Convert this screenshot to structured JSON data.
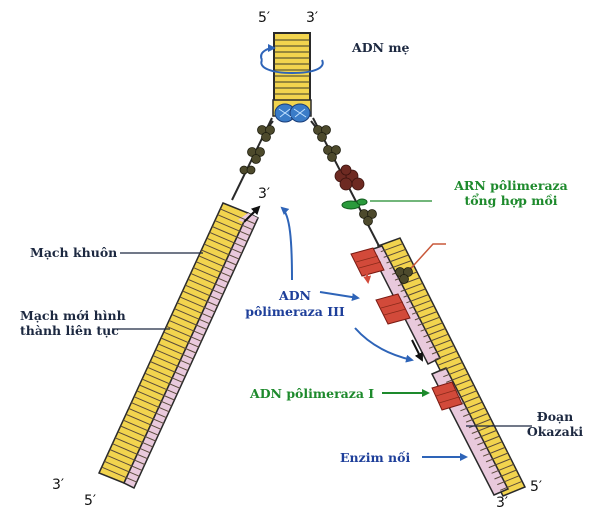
{
  "labels": {
    "top_5": "5′",
    "top_3": "3′",
    "parent_dna": "ADN mẹ",
    "rna_polymerase_line1": "ARN pôlimeraza",
    "rna_polymerase_line2": "tổng hợp mồi",
    "template_strand": "Mạch khuôn",
    "leading_line1": "Mạch mới hình",
    "leading_line2": "thành liên tục",
    "leading_end_3": "3′",
    "pol3_line1": "ADN",
    "pol3_line2": "pôlimeraza III",
    "pol1": "ADN pôlimeraza I",
    "okazaki_line1": "Đoạn",
    "okazaki_line2": "Okazaki",
    "ligase": "Enzim nối",
    "left_bottom_3": "3′",
    "left_bottom_5": "5′",
    "right_bottom_3": "3′",
    "right_bottom_5": "5′"
  },
  "colors": {
    "yellow_strand": "#f2d44e",
    "pink_strand": "#e9c9dc",
    "primer_red": "#d24a3a",
    "blue_arrow": "#2e64b8",
    "green_label": "#1d8a2c",
    "helicase_blue": "#3a7cc8",
    "protein_olive": "#4d4a2c",
    "primase_brown": "#6e2a22"
  }
}
